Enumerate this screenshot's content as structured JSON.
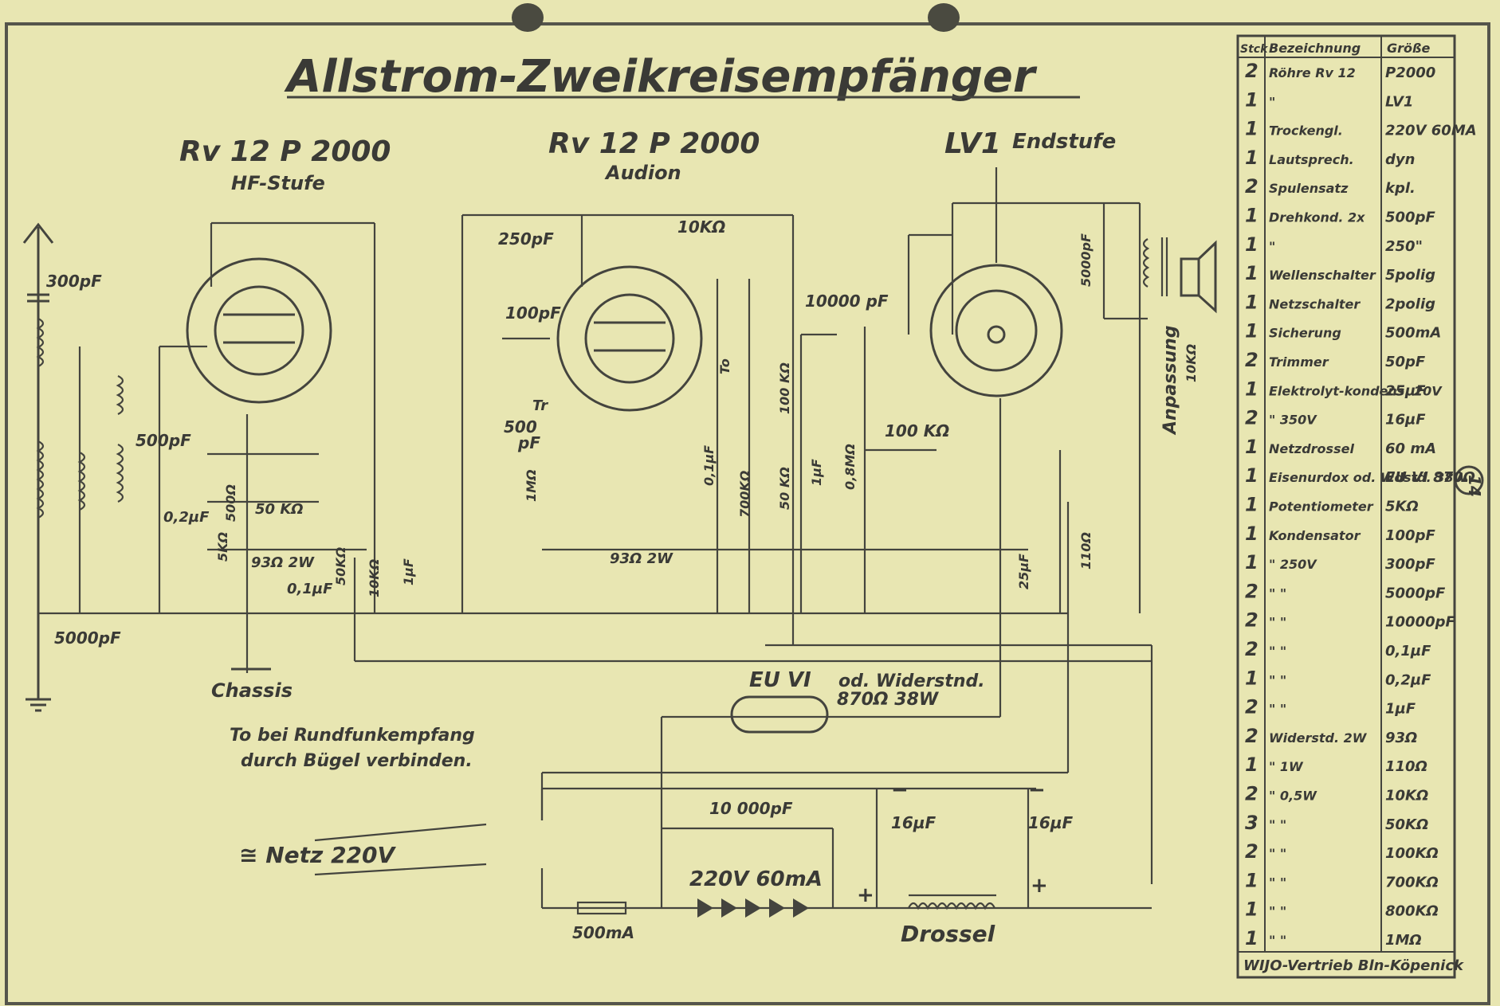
{
  "title": "Allstrom-Zweikreisempfänger",
  "tubes": [
    {
      "type": "Rv 12 P 2000",
      "stage": "HF-Stufe"
    },
    {
      "type": "Rv 12 P 2000",
      "stage": "Audion"
    },
    {
      "type": "LV1",
      "stage": "Endstufe"
    }
  ],
  "labels": {
    "c300": "300pF",
    "c500a": "500pF",
    "c5000a": "5000pF",
    "c02": "0,2µF",
    "r5k": "5KΩ",
    "r500": "500Ω",
    "r50k": "50 KΩ",
    "r93a": "93Ω 2W",
    "c01": "0,1µF",
    "c50k": "50KΩ",
    "r10ka": "10KΩ",
    "c1uf": "1µF",
    "chassis": "Chassis",
    "c250": "250pF",
    "r10kb": "10KΩ",
    "c100": "100pF",
    "c500b": "500",
    "pf": "pF",
    "tr": "Tr",
    "r1m": "1MΩ",
    "r93b": "93Ω 2W",
    "c01b": "0,1µF",
    "r700k": "700KΩ",
    "to": "To",
    "c10000": "10000 pF",
    "r100k": "100 KΩ",
    "r50kb": "50 KΩ",
    "c1ufb": "1µF",
    "r08m": "0,8MΩ",
    "r100kb": "100 KΩ",
    "c5000b": "5000pF",
    "anpassung": "Anpassung",
    "r10kc": "10KΩ",
    "c25": "25µF",
    "r110": "110Ω",
    "euvi": "EU VI",
    "widerst": "od. Widerstnd.",
    "r870": "870Ω 38W",
    "note1": "To bei Rundfunkempfang",
    "note2": "durch Bügel verbinden.",
    "netz": "≅ Netz 220V",
    "fuse": "500mA",
    "c10000b": "10 000pF",
    "rect": "220V 60mA",
    "c16a": "16µF",
    "c16b": "16µF",
    "drossel": "Drossel",
    "minus": "−",
    "plus": "+",
    "sheetno": "14"
  },
  "parts_header": {
    "qty": "Stck",
    "name": "Bezeichnung",
    "size": "Größe"
  },
  "parts": [
    {
      "qty": "2",
      "name": "Röhre Rv 12",
      "size": "P2000"
    },
    {
      "qty": "1",
      "name": "\"",
      "size": "LV1"
    },
    {
      "qty": "1",
      "name": "Trockengl.",
      "size": "220V 60MA"
    },
    {
      "qty": "1",
      "name": "Lautsprech.",
      "size": "dyn"
    },
    {
      "qty": "2",
      "name": "Spulensatz",
      "size": "kpl."
    },
    {
      "qty": "1",
      "name": "Drehkond. 2x",
      "size": "500pF"
    },
    {
      "qty": "1",
      "name": "\"",
      "size": "250\""
    },
    {
      "qty": "1",
      "name": "Wellenschalter",
      "size": "5polig"
    },
    {
      "qty": "1",
      "name": "Netzschalter",
      "size": "2polig"
    },
    {
      "qty": "1",
      "name": "Sicherung",
      "size": "500mA"
    },
    {
      "qty": "2",
      "name": "Trimmer",
      "size": "50pF"
    },
    {
      "qty": "1",
      "name": "Elektrolyt-kondens. 20V",
      "size": "25µF"
    },
    {
      "qty": "2",
      "name": "\" 350V",
      "size": "16µF"
    },
    {
      "qty": "1",
      "name": "Netzdrossel",
      "size": "60 mA"
    },
    {
      "qty": "1",
      "name": "Eisenurdox od. Wdstd. 38W",
      "size": "EU VI 870Ω"
    },
    {
      "qty": "1",
      "name": "Potentiometer",
      "size": "5KΩ"
    },
    {
      "qty": "1",
      "name": "Kondensator",
      "size": "100pF"
    },
    {
      "qty": "1",
      "name": "\" 250V",
      "size": "300pF"
    },
    {
      "qty": "2",
      "name": "\" \"",
      "size": "5000pF"
    },
    {
      "qty": "2",
      "name": "\" \"",
      "size": "10000pF"
    },
    {
      "qty": "2",
      "name": "\" \"",
      "size": "0,1µF"
    },
    {
      "qty": "1",
      "name": "\" \"",
      "size": "0,2µF"
    },
    {
      "qty": "2",
      "name": "\" \"",
      "size": "1µF"
    },
    {
      "qty": "2",
      "name": "Widerstd. 2W",
      "size": "93Ω"
    },
    {
      "qty": "1",
      "name": "\" 1W",
      "size": "110Ω"
    },
    {
      "qty": "2",
      "name": "\" 0,5W",
      "size": "10KΩ"
    },
    {
      "qty": "3",
      "name": "\" \"",
      "size": "50KΩ"
    },
    {
      "qty": "2",
      "name": "\" \"",
      "size": "100KΩ"
    },
    {
      "qty": "1",
      "name": "\" \"",
      "size": "700KΩ"
    },
    {
      "qty": "1",
      "name": "\" \"",
      "size": "800KΩ"
    },
    {
      "qty": "1",
      "name": "\" \"",
      "size": "1MΩ"
    }
  ],
  "footer": "WIJO-Vertrieb Bln-Köpenick"
}
